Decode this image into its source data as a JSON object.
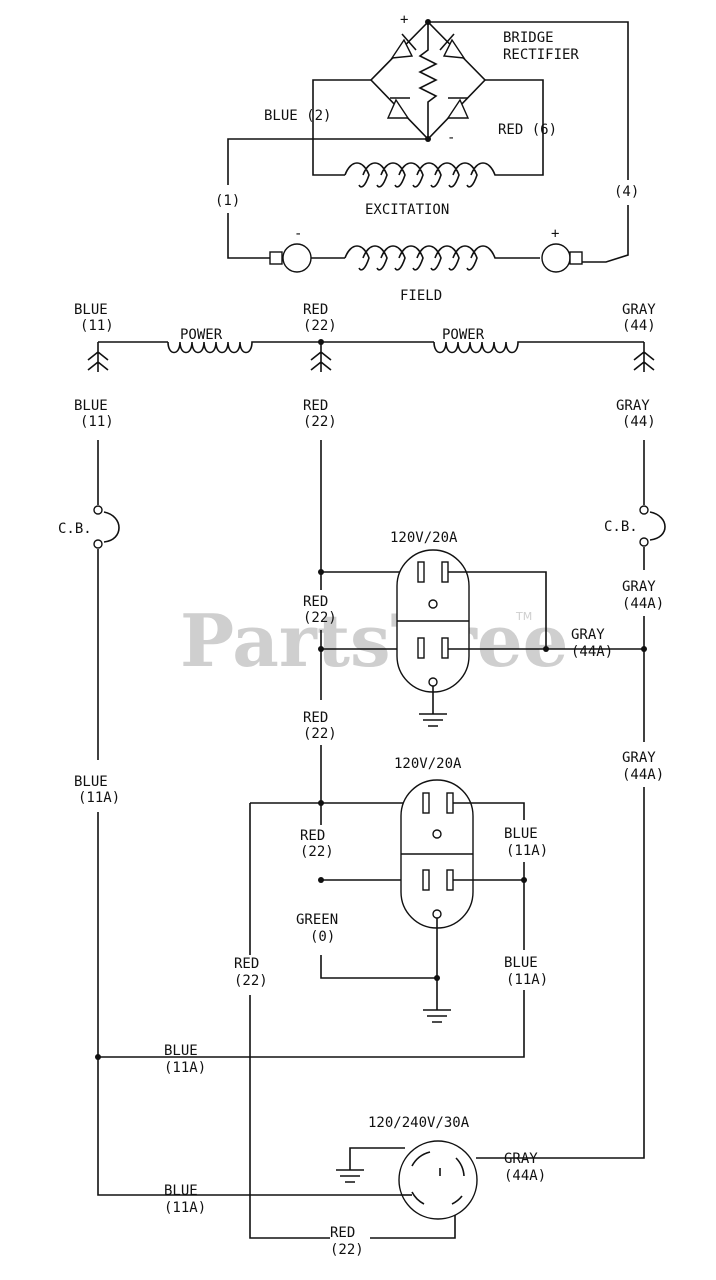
{
  "labels": {
    "bridge_line1": "BRIDGE",
    "bridge_line2": "RECTIFIER",
    "plus": "+",
    "minus": "-",
    "blue_2": "BLUE (2)",
    "red_6": "RED (6)",
    "wire_1": "(1)",
    "wire_4": "(4)",
    "excitation": "EXCITATION",
    "field": "FIELD",
    "power": "POWER",
    "blue": "BLUE",
    "red": "RED",
    "gray": "GRAY",
    "green": "GREEN",
    "n11": "(11)",
    "n22": "(22)",
    "n44": "(44)",
    "n44a": "(44A)",
    "n11a": "(11A)",
    "n0": "(0)",
    "cb": "C.B.",
    "outlet_120": "120V/20A",
    "outlet_240": "120/240V/30A"
  },
  "watermark": {
    "text": "PartsTree",
    "tm": "TM"
  }
}
